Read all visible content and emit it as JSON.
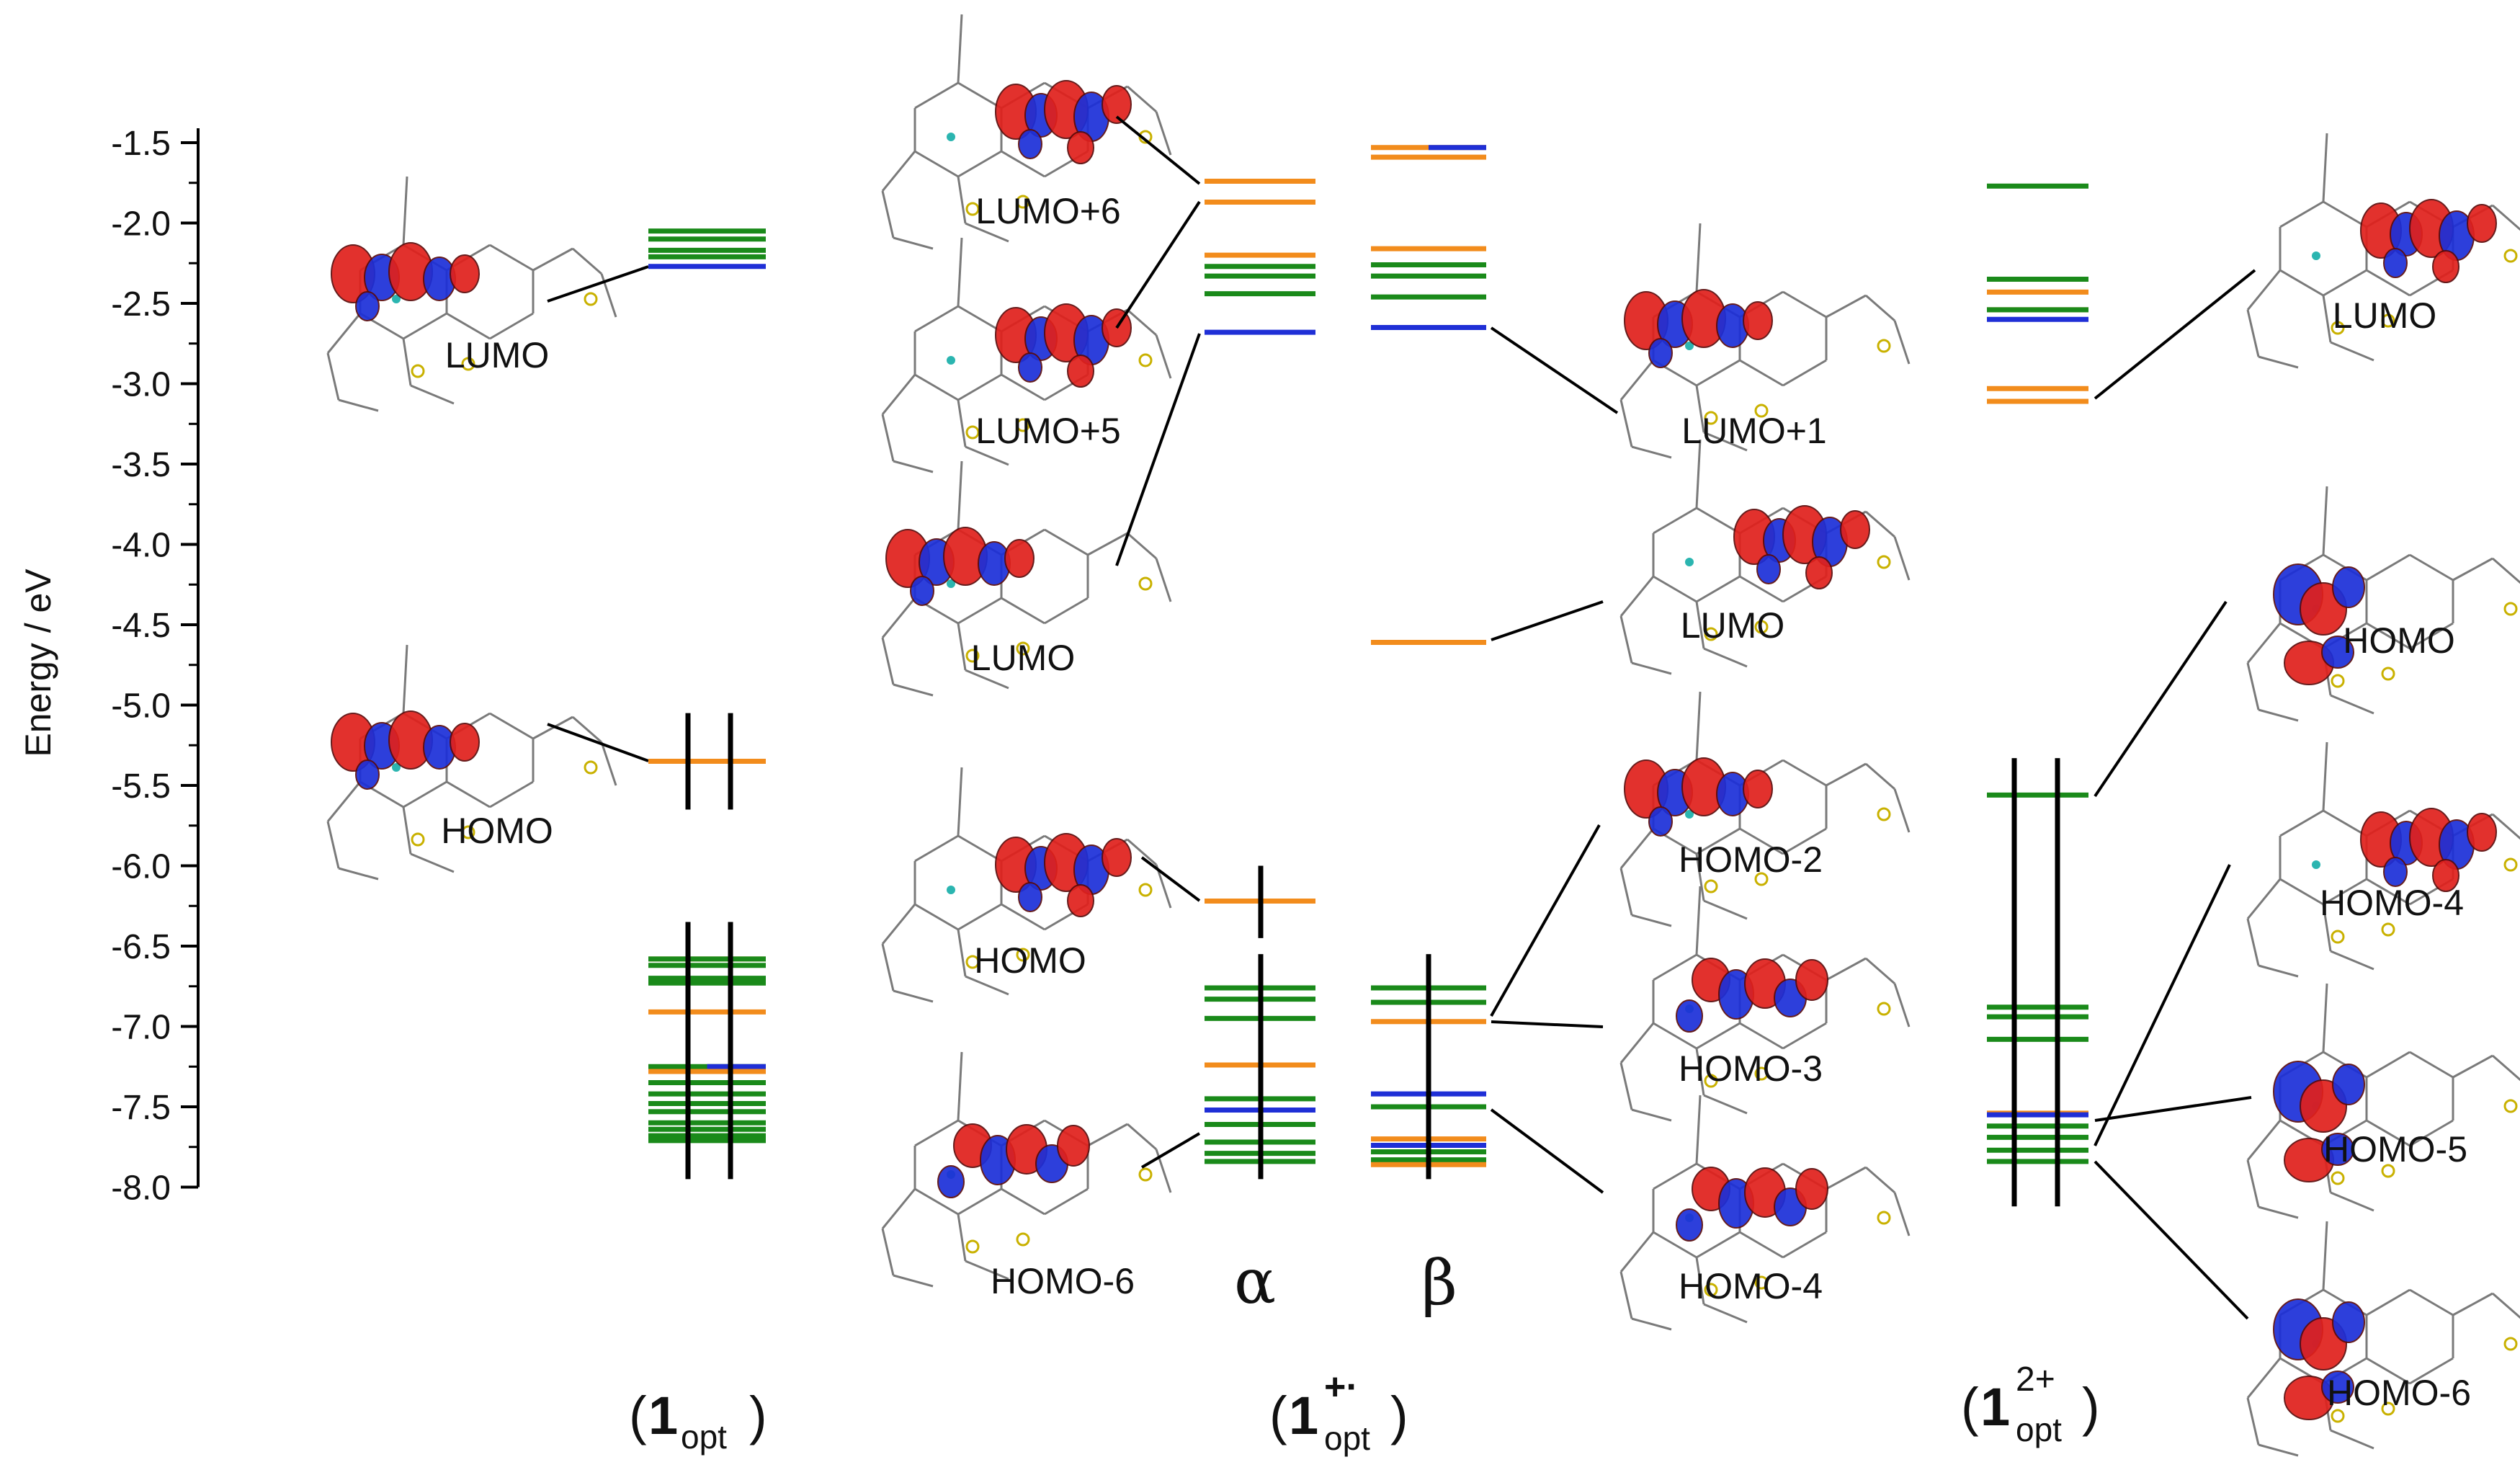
{
  "axis": {
    "label": "Energy / eV",
    "ticks": [
      "-1.5",
      "-2.0",
      "-2.5",
      "-3.0",
      "-3.5",
      "-4.0",
      "-4.5",
      "-5.0",
      "-5.5",
      "-6.0",
      "-6.5",
      "-7.0",
      "-7.5",
      "-8.0"
    ],
    "range": [
      -8.0,
      -1.5
    ]
  },
  "colors": {
    "green": "#1a8a1a",
    "orange": "#f28c1c",
    "blue": "#1f2fd6",
    "black": "#000000",
    "red": "#e0201c",
    "lobe_blue": "#1c2fd8"
  },
  "columns": [
    {
      "id": "1opt",
      "label_main": "1",
      "label_sub": "opt",
      "label_sup": "",
      "levels": [
        {
          "e": -2.05,
          "c": "green"
        },
        {
          "e": -2.1,
          "c": "green"
        },
        {
          "e": -2.17,
          "c": "green"
        },
        {
          "e": -2.21,
          "c": "green"
        },
        {
          "e": -2.27,
          "c": "blue"
        },
        {
          "e": -5.35,
          "c": "orange"
        },
        {
          "e": -6.58,
          "c": "orange"
        },
        {
          "e": -6.58,
          "c": "green"
        },
        {
          "e": -6.62,
          "c": "green"
        },
        {
          "e": -6.7,
          "c": "green"
        },
        {
          "e": -6.73,
          "c": "green"
        },
        {
          "e": -6.91,
          "c": "orange"
        },
        {
          "e": -7.25,
          "c": "green"
        },
        {
          "e": -7.25,
          "c": "blue"
        },
        {
          "e": -7.28,
          "c": "orange"
        },
        {
          "e": -7.35,
          "c": "green"
        },
        {
          "e": -7.42,
          "c": "green"
        },
        {
          "e": -7.48,
          "c": "green"
        },
        {
          "e": -7.53,
          "c": "green"
        },
        {
          "e": -7.6,
          "c": "green"
        },
        {
          "e": -7.64,
          "c": "green"
        },
        {
          "e": -7.68,
          "c": "green"
        },
        {
          "e": -7.71,
          "c": "green"
        }
      ]
    },
    {
      "id": "1radical",
      "label_main": "1",
      "label_sub": "opt",
      "label_sup": "+·",
      "alpha": {
        "label": "α",
        "levels": [
          {
            "e": -1.74,
            "c": "orange"
          },
          {
            "e": -1.87,
            "c": "orange"
          },
          {
            "e": -2.2,
            "c": "orange"
          },
          {
            "e": -2.27,
            "c": "green"
          },
          {
            "e": -2.33,
            "c": "green"
          },
          {
            "e": -2.44,
            "c": "green"
          },
          {
            "e": -2.68,
            "c": "blue"
          },
          {
            "e": -6.22,
            "c": "orange"
          },
          {
            "e": -6.76,
            "c": "green"
          },
          {
            "e": -6.83,
            "c": "green"
          },
          {
            "e": -6.95,
            "c": "green"
          },
          {
            "e": -7.24,
            "c": "orange"
          },
          {
            "e": -7.45,
            "c": "green"
          },
          {
            "e": -7.52,
            "c": "blue"
          },
          {
            "e": -7.61,
            "c": "green"
          },
          {
            "e": -7.72,
            "c": "green"
          },
          {
            "e": -7.79,
            "c": "green"
          },
          {
            "e": -7.84,
            "c": "green"
          }
        ]
      },
      "beta": {
        "label": "β",
        "levels": [
          {
            "e": -1.53,
            "c": "orange"
          },
          {
            "e": -1.53,
            "c": "blue"
          },
          {
            "e": -1.59,
            "c": "orange"
          },
          {
            "e": -2.16,
            "c": "orange"
          },
          {
            "e": -2.26,
            "c": "green"
          },
          {
            "e": -2.33,
            "c": "green"
          },
          {
            "e": -2.46,
            "c": "green"
          },
          {
            "e": -2.65,
            "c": "blue"
          },
          {
            "e": -4.61,
            "c": "orange"
          },
          {
            "e": -6.76,
            "c": "green"
          },
          {
            "e": -6.85,
            "c": "green"
          },
          {
            "e": -6.97,
            "c": "orange"
          },
          {
            "e": -7.42,
            "c": "blue"
          },
          {
            "e": -7.5,
            "c": "green"
          },
          {
            "e": -7.7,
            "c": "orange"
          },
          {
            "e": -7.74,
            "c": "blue"
          },
          {
            "e": -7.78,
            "c": "green"
          },
          {
            "e": -7.83,
            "c": "green"
          },
          {
            "e": -7.86,
            "c": "orange"
          }
        ]
      }
    },
    {
      "id": "1dication",
      "label_main": "1",
      "label_sub": "opt",
      "label_sup": "2+",
      "levels": [
        {
          "e": -1.77,
          "c": "green"
        },
        {
          "e": -2.35,
          "c": "green"
        },
        {
          "e": -2.43,
          "c": "orange"
        },
        {
          "e": -2.54,
          "c": "orange"
        },
        {
          "e": -2.54,
          "c": "green"
        },
        {
          "e": -2.6,
          "c": "blue"
        },
        {
          "e": -3.03,
          "c": "orange"
        },
        {
          "e": -3.11,
          "c": "orange"
        },
        {
          "e": -5.56,
          "c": "green"
        },
        {
          "e": -6.88,
          "c": "green"
        },
        {
          "e": -6.94,
          "c": "green"
        },
        {
          "e": -7.08,
          "c": "green"
        },
        {
          "e": -7.54,
          "c": "orange"
        },
        {
          "e": -7.55,
          "c": "blue"
        },
        {
          "e": -7.62,
          "c": "green"
        },
        {
          "e": -7.69,
          "c": "green"
        },
        {
          "e": -7.77,
          "c": "green"
        },
        {
          "e": -7.84,
          "c": "green"
        }
      ]
    }
  ],
  "orbitals": [
    {
      "id": "n-lumo",
      "label": "LUMO"
    },
    {
      "id": "n-homo",
      "label": "HOMO"
    },
    {
      "id": "r-lumo6",
      "label": "LUMO+6"
    },
    {
      "id": "r-lumo5",
      "label": "LUMO+5"
    },
    {
      "id": "r-lumo",
      "label": "LUMO"
    },
    {
      "id": "r-homo",
      "label": "HOMO"
    },
    {
      "id": "r-homo6",
      "label": "HOMO-6"
    },
    {
      "id": "r-blumo1",
      "label": "LUMO+1"
    },
    {
      "id": "r-blumo",
      "label": "LUMO"
    },
    {
      "id": "r-bhomo2",
      "label": "HOMO-2"
    },
    {
      "id": "r-bhomo3",
      "label": "HOMO-3"
    },
    {
      "id": "r-bhomo4",
      "label": "HOMO-4"
    },
    {
      "id": "d-lumo",
      "label": "LUMO"
    },
    {
      "id": "d-homo",
      "label": "HOMO"
    },
    {
      "id": "d-homo4",
      "label": "HOMO-4"
    },
    {
      "id": "d-homo5",
      "label": "HOMO-5"
    },
    {
      "id": "d-homo6",
      "label": "HOMO-6"
    }
  ]
}
